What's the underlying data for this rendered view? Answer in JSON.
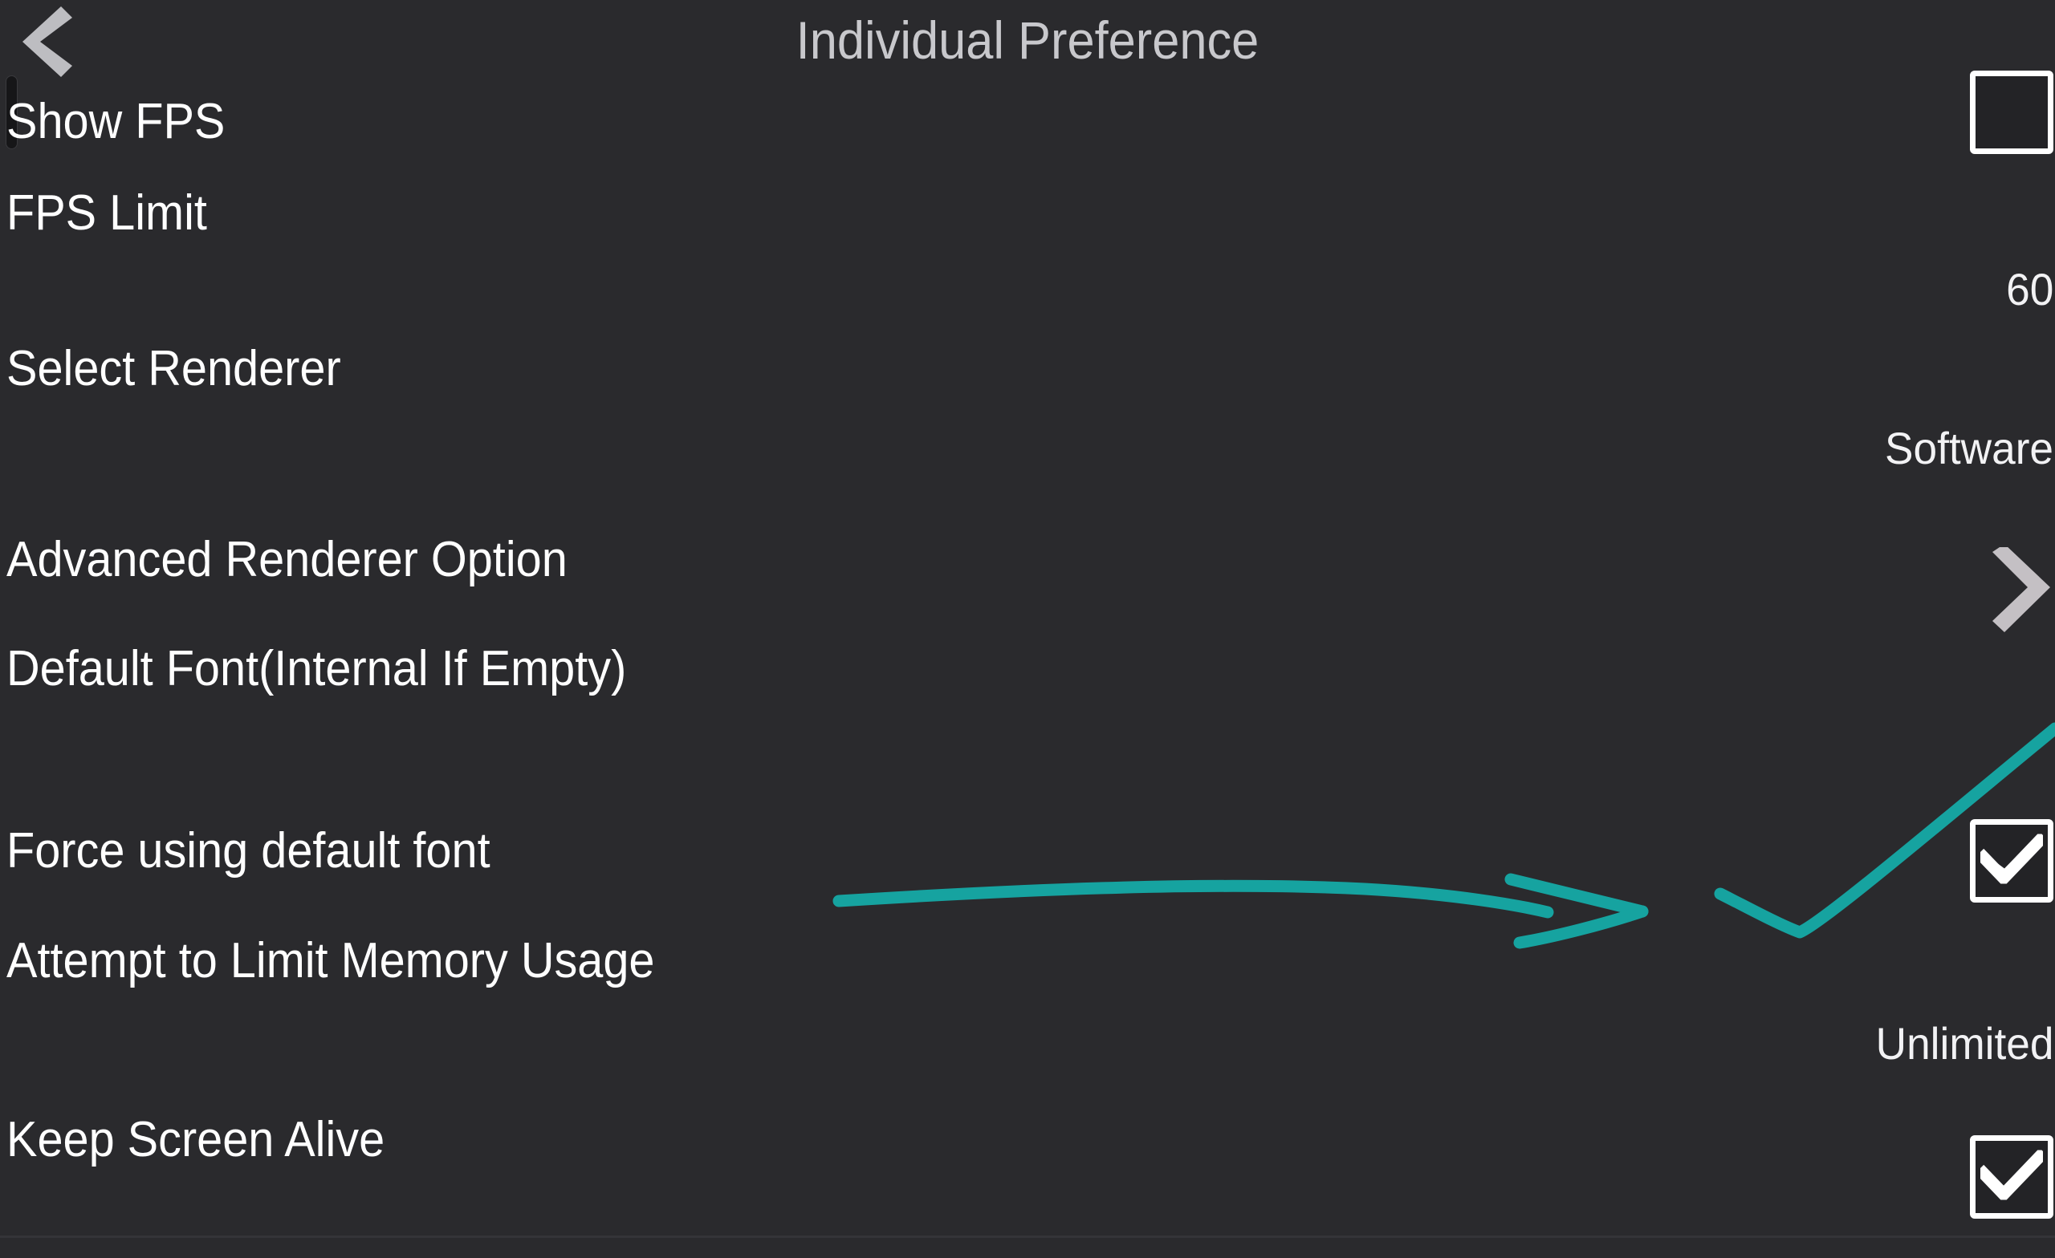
{
  "header": {
    "title": "Individual Preference",
    "back_icon": "chevron-left-icon"
  },
  "settings": {
    "rows": [
      {
        "label": "Show FPS",
        "control": "checkbox",
        "checked": false,
        "value": ""
      },
      {
        "label": "FPS Limit",
        "control": "value",
        "value": "60"
      },
      {
        "label": "Select Renderer",
        "control": "value",
        "value": "Software"
      },
      {
        "label": "Advanced Renderer Option",
        "control": "chevron",
        "value": "",
        "chevron_icon": "chevron-right-icon"
      },
      {
        "label": "Default Font(Internal If Empty)",
        "control": "value",
        "value": ""
      },
      {
        "label": "Force using default font",
        "control": "checkbox",
        "checked": true,
        "value": ""
      },
      {
        "label": "Attempt to Limit Memory Usage",
        "control": "value",
        "value": "Unlimited"
      },
      {
        "label": "Keep Screen Alive",
        "control": "checkbox",
        "checked": true,
        "value": ""
      }
    ]
  },
  "annotation": {
    "color": "#16a3a0",
    "arrow_name": "hand-drawn-arrow",
    "check_name": "hand-drawn-checkmark"
  },
  "colors": {
    "background": "#2a2a2d",
    "title_text": "#c8c8cc",
    "label_text": "#ffffff",
    "value_text": "#f2f2f4",
    "chevron": "#c4c0c4",
    "annotation_teal": "#16a3a0"
  }
}
